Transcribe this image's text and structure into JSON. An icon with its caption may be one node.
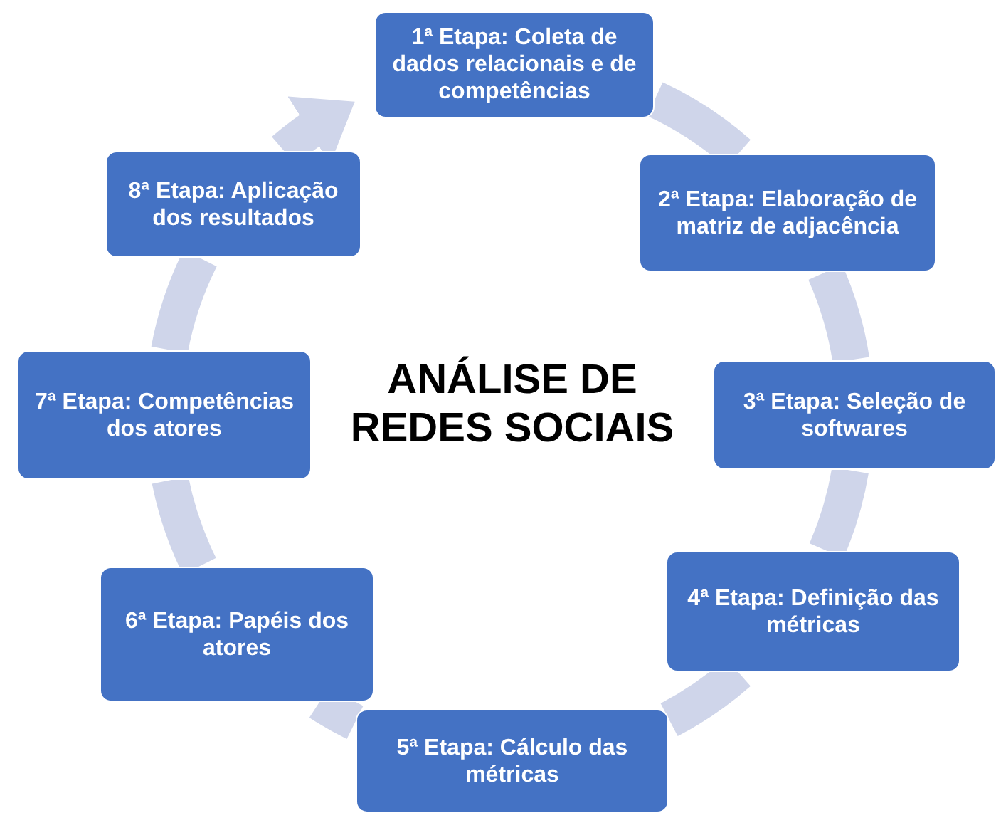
{
  "diagram": {
    "title": "ANÁLISE DE REDES SOCIAIS",
    "nodes": [
      {
        "text": [
          "1ª Etapa: Coleta de dados relacionais e de competências"
        ]
      },
      {
        "text": [
          "2ª Etapa: Elaboração de matriz de adjacência"
        ]
      },
      {
        "text": [
          "3ª Etapa: Seleção de softwares"
        ]
      },
      {
        "text": [
          "4ª Etapa: Definição das métricas"
        ]
      },
      {
        "text": [
          "5ª Etapa: Cálculo das métricas"
        ]
      },
      {
        "text": [
          "6ª Etapa: Papéis dos atores"
        ]
      },
      {
        "text": [
          "7ª Etapa: Competências dos atores"
        ]
      },
      {
        "text": [
          "8ª Etapa: Aplicação dos resultados"
        ]
      }
    ],
    "edges": [
      {
        "from": 0,
        "to": 1,
        "arrow": "none"
      },
      {
        "from": 1,
        "to": 2,
        "arrow": "none"
      },
      {
        "from": 2,
        "to": 3,
        "arrow": "none"
      },
      {
        "from": 3,
        "to": 4,
        "arrow": "none"
      },
      {
        "from": 4,
        "to": 5,
        "arrow": "none"
      },
      {
        "from": 5,
        "to": 6,
        "arrow": "none"
      },
      {
        "from": 6,
        "to": 7,
        "arrow": "none"
      },
      {
        "from": 7,
        "to": 0,
        "arrow": "to"
      }
    ]
  }
}
